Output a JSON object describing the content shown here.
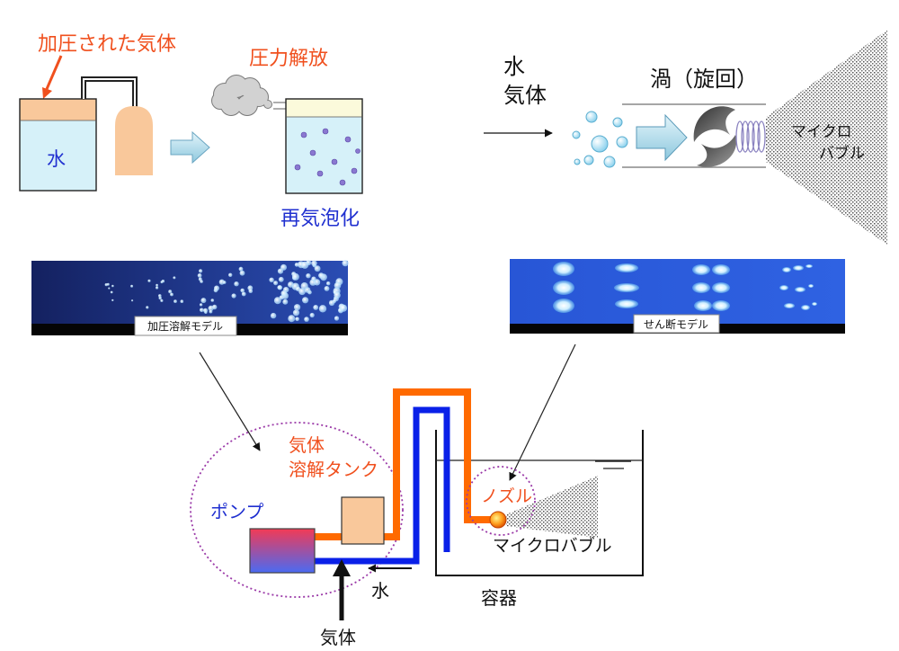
{
  "pressurized_model": {
    "gas_label": "加圧された気体",
    "water_label": "水",
    "release_label": "圧力解放",
    "rebubble_label": "再気泡化"
  },
  "shear_model": {
    "water_label": "水",
    "gas_label": "気体",
    "vortex_label": "渦（旋回）",
    "microbubble_line1": "マイクロ",
    "microbubble_line2": "バブル"
  },
  "photos": {
    "pressurized_caption": "加圧溶解モデル",
    "shear_caption": "せん断モデル"
  },
  "system": {
    "tank_label_line1": "気体",
    "tank_label_line2": "溶解タンク",
    "pump_label": "ポンプ",
    "nozzle_label": "ノズル",
    "microbubble_label": "マイクロバブル",
    "water_inlet_label": "水",
    "gas_inlet_label": "気体",
    "container_label": "容器"
  },
  "colors": {
    "orange_label": "#f0501e",
    "blue_label": "#2030d0",
    "gas_pipe": "#ff6a00",
    "water_pipe": "#0a20e8",
    "dotted_boundary": "#9b3aa8",
    "tank_gas": "#f9c89b",
    "tank_water": "#d6f1f9"
  }
}
